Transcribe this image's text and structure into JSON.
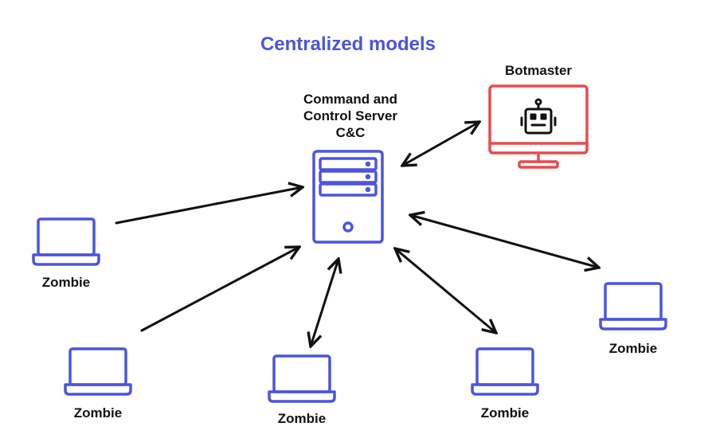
{
  "title": "Centralized models",
  "labels": {
    "cc_line1": "Command and",
    "cc_line2": "Control Server",
    "cc_line3": "C&C",
    "botmaster": "Botmaster",
    "zombie": "Zombie"
  },
  "colors": {
    "accent": "#4a55e0",
    "botmaster": "#e84a4f",
    "arrow": "#111111",
    "text": "#111111"
  },
  "icons": {
    "server": "server-icon",
    "botmaster": "robot-monitor-icon",
    "zombie": "laptop-icon"
  }
}
